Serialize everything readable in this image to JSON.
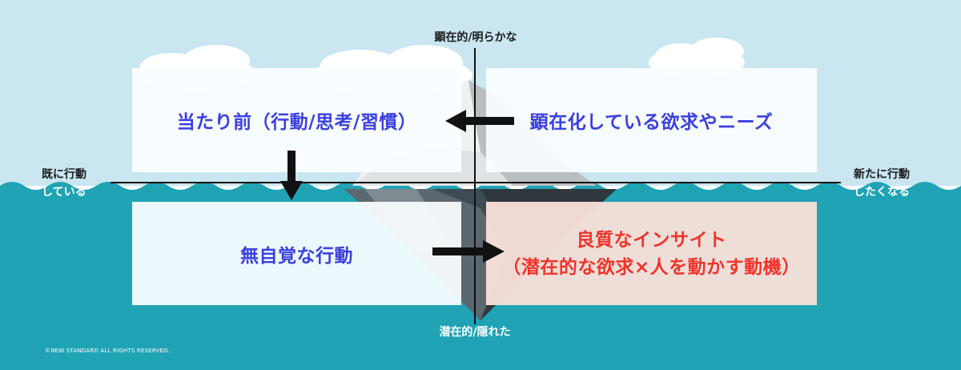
{
  "axes": {
    "top": "顕在的/明らかな",
    "bottom": "潜在的/隠れた",
    "left_line1": "既に行動",
    "left_line2": "している",
    "right_line1": "新たに行動",
    "right_line2": "したくなる"
  },
  "boxes": {
    "top_left": "当たり前（行動/思考/習慣）",
    "top_right": "顕在化している欲求やニーズ",
    "bottom_left": "無自覚な行動",
    "bottom_right_line1": "良質なインサイト",
    "bottom_right_line2": "（潜在的な欲求×人を動かす動機）"
  },
  "copyright": "©NEW STANDARD ALL RIGHTS RESERVED.",
  "colors": {
    "sky": "#c9e6f1",
    "water": "#1fa3b5",
    "blue_text": "#3b3fe0",
    "red_text": "#f0342b",
    "insight_box": "#fae2da"
  }
}
